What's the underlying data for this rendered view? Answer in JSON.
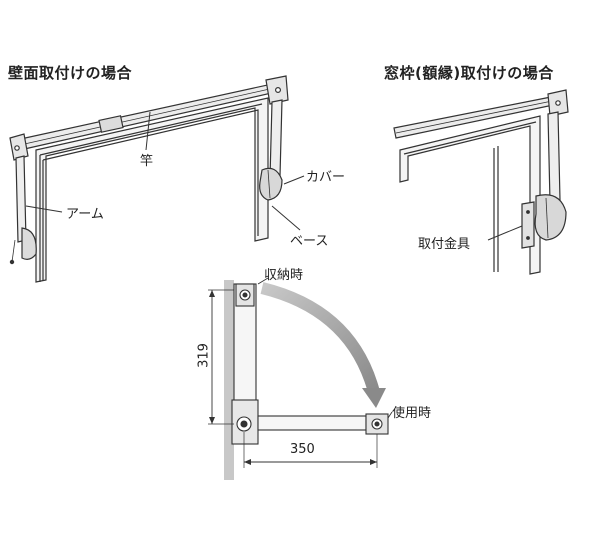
{
  "titles": {
    "wall_mount": "壁面取付けの場合",
    "frame_mount": "窓枠(額縁)取付けの場合"
  },
  "labels": {
    "pole": "竿",
    "arm": "アーム",
    "cover": "カバー",
    "base": "ベース",
    "bracket": "取付金具",
    "stored": "収納時",
    "in_use": "使用時"
  },
  "dimensions": {
    "height": "319",
    "length": "350"
  }
}
